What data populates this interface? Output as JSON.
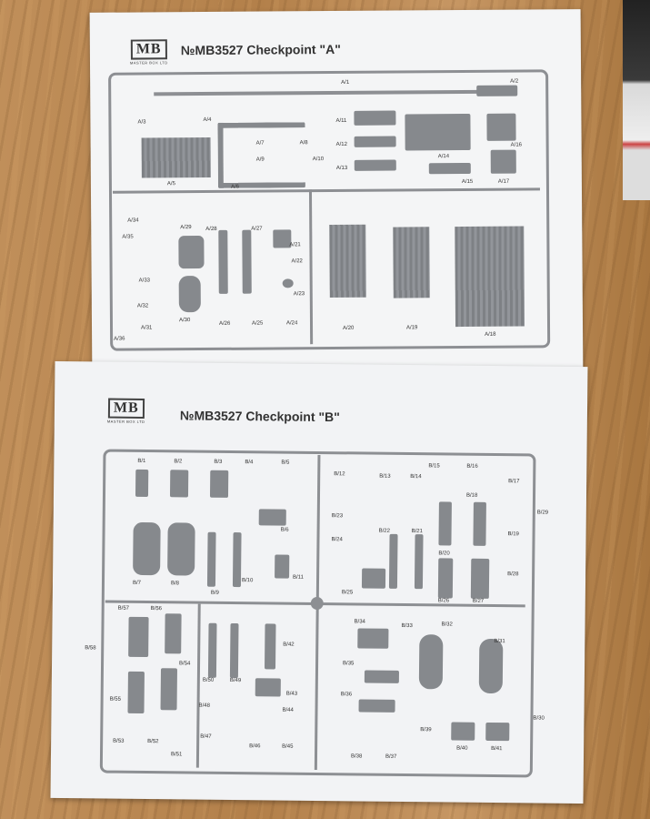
{
  "sheet_a": {
    "logo": "MB",
    "logo_sub": "MASTER BOX LTD",
    "title": "№MB3527   Checkpoint   \"A\"",
    "labels": [
      "A/1",
      "A/2",
      "A/3",
      "A/4",
      "A/5",
      "A/6",
      "A/7",
      "A/8",
      "A/9",
      "A/10",
      "A/11",
      "A/12",
      "A/13",
      "A/14",
      "A/15",
      "A/16",
      "A/17",
      "A/18",
      "A/19",
      "A/20",
      "A/21",
      "A/22",
      "A/23",
      "A/24",
      "A/25",
      "A/26",
      "A/27",
      "A/28",
      "A/29",
      "A/30",
      "A/31",
      "A/32",
      "A/33",
      "A/34",
      "A/35",
      "A/36"
    ]
  },
  "sheet_b": {
    "logo": "MB",
    "logo_sub": "MASTER BOX LTD",
    "title": "№MB3527   Checkpoint   \"B\"",
    "labels": [
      "B/1",
      "B/2",
      "B/3",
      "B/4",
      "B/5",
      "B/6",
      "B/7",
      "B/8",
      "B/9",
      "B/10",
      "B/11",
      "B/12",
      "B/13",
      "B/14",
      "B/15",
      "B/16",
      "B/17",
      "B/18",
      "B/19",
      "B/20",
      "B/21",
      "B/22",
      "B/23",
      "B/24",
      "B/25",
      "B/26",
      "B/27",
      "B/28",
      "B/29",
      "B/30",
      "B/31",
      "B/32",
      "B/33",
      "B/34",
      "B/35",
      "B/36",
      "B/37",
      "B/38",
      "B/39",
      "B/40",
      "B/41",
      "B/42",
      "B/43",
      "B/44",
      "B/45",
      "B/46",
      "B/47",
      "B/48",
      "B/49",
      "B/50",
      "B/51",
      "B/52",
      "B/53",
      "B/54",
      "B/55",
      "B/56",
      "B/57",
      "B/58"
    ]
  }
}
